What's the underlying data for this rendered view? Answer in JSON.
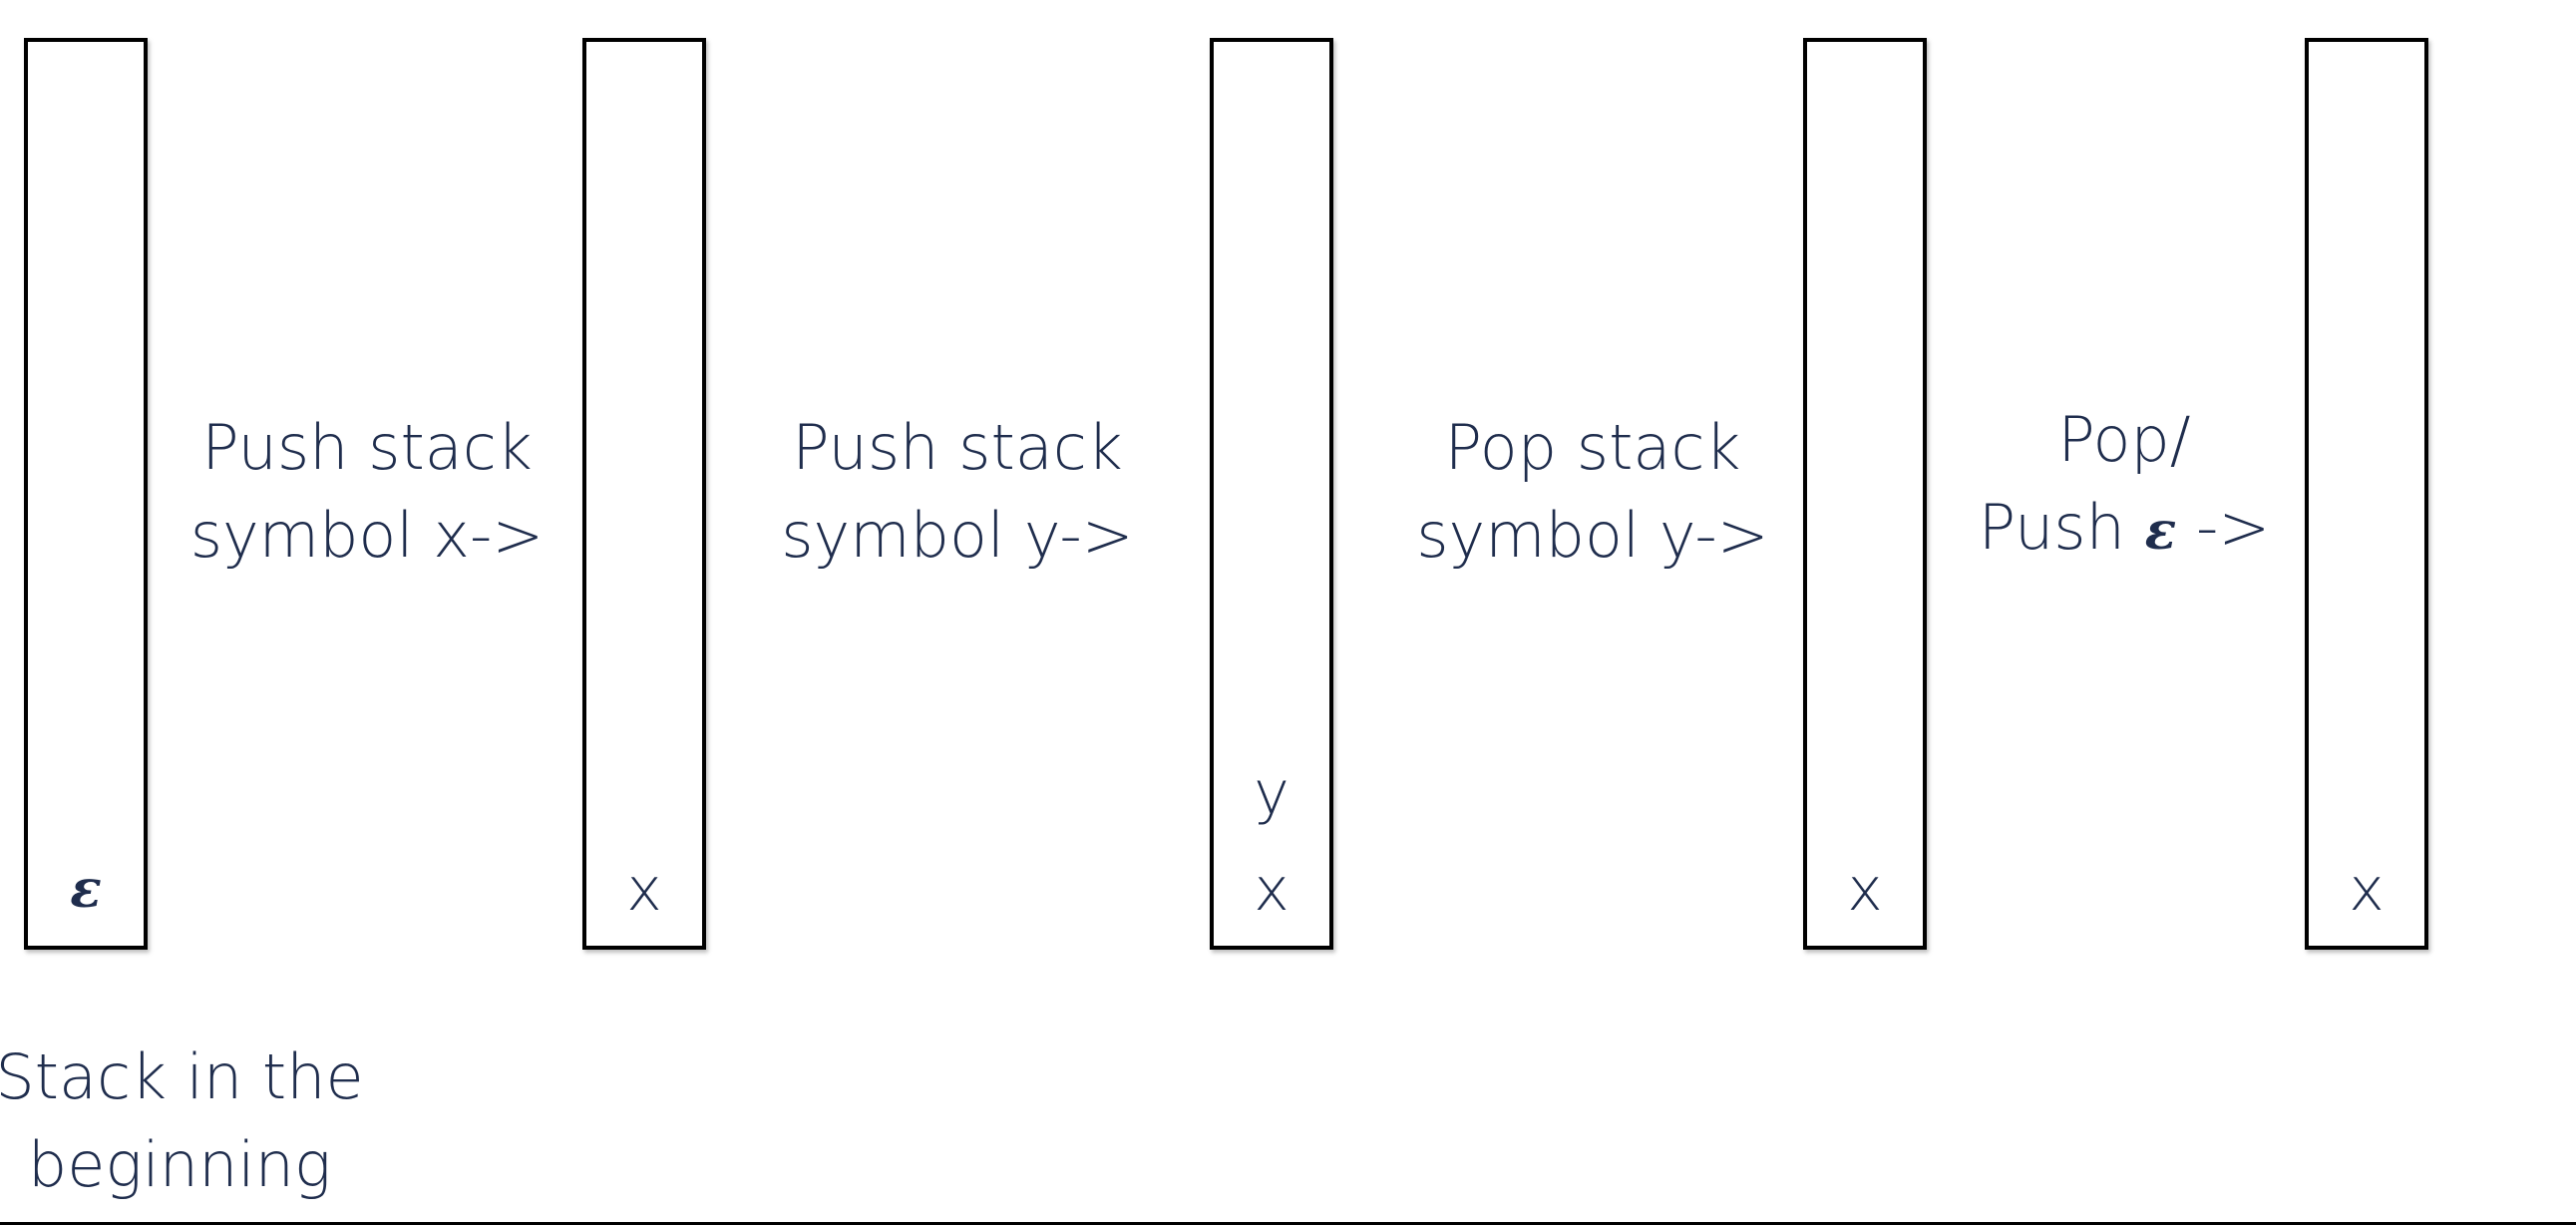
{
  "stacks": [
    {
      "contents": [
        "ε"
      ]
    },
    {
      "contents": [
        "x"
      ]
    },
    {
      "contents": [
        "y",
        "x"
      ]
    },
    {
      "contents": [
        "x"
      ]
    },
    {
      "contents": [
        "x"
      ]
    }
  ],
  "labels": {
    "push_x": {
      "line1": "Push stack",
      "line2": "symbol x->"
    },
    "push_y": {
      "line1": "Push stack",
      "line2": "symbol y->"
    },
    "pop_y": {
      "line1": "Pop stack",
      "line2": "symbol y->"
    },
    "pop_push_eps": {
      "line1": "Pop/",
      "line2_prefix": "Push",
      "line2_symbol": "ε",
      "line2_suffix": "->"
    },
    "initial": {
      "line1": "Stack in the",
      "line2": "beginning"
    }
  },
  "colors": {
    "text": "#1f2d4d",
    "border": "#000000",
    "background": "#ffffff"
  }
}
